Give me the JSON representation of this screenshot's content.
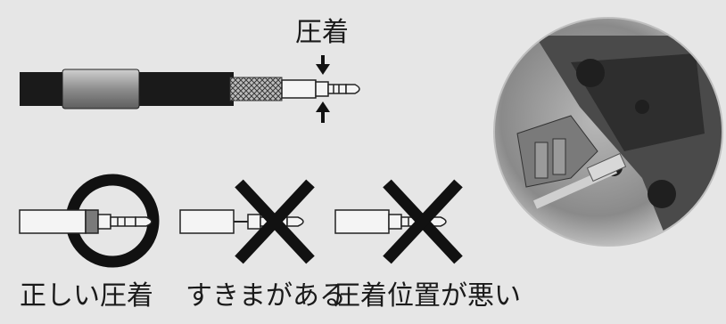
{
  "labels": {
    "crimp": "圧着",
    "correct": "正しい圧着",
    "gap": "すきまがある",
    "wrong_position": "圧着位置が悪い"
  },
  "colors": {
    "background": "#e6e6e6",
    "cable": "#1a1a1a",
    "sleeve": "#9a9a9a",
    "braid": "#5a5a5a",
    "outline": "#222222",
    "cross": "#111111"
  },
  "icons": [
    "arrow-down-icon",
    "arrow-up-icon",
    "ring-icon",
    "cross-icon",
    "crimp-tool-photo"
  ]
}
